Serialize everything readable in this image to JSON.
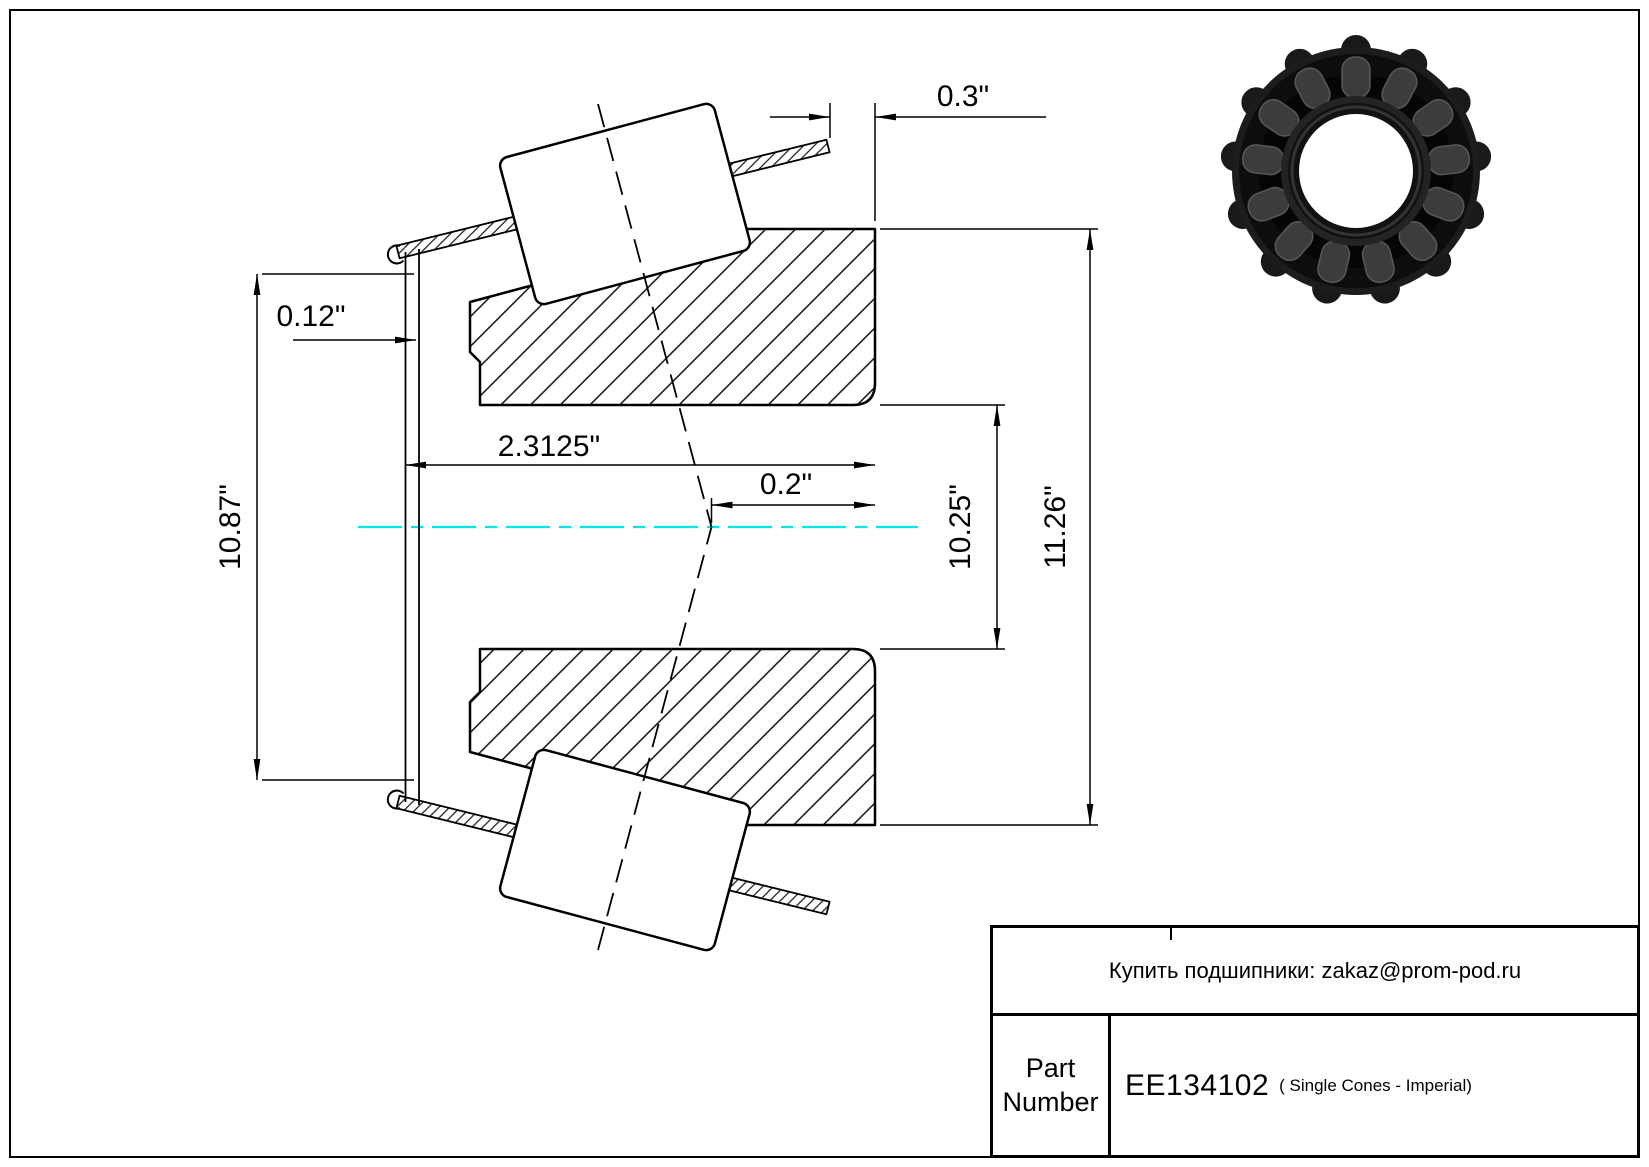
{
  "page": {
    "background": "#ffffff",
    "frame_color": "#000000"
  },
  "drawing": {
    "centerline_color": "#00e6e6",
    "dimensions": {
      "back_face_offset": "0.3\"",
      "cage_clearance": "0.12\"",
      "cone_width": "2.3125\"",
      "apex_offset": "0.2\"",
      "cage_diameter": "10.87\"",
      "bore_diameter": "10.25\"",
      "outside_diameter": "11.26\""
    }
  },
  "title_block": {
    "contact": "Купить подшипники: zakaz@prom-pod.ru",
    "part_label": "Part Number",
    "part_number": "EE134102",
    "part_series": "( Single Cones - Imperial)"
  }
}
